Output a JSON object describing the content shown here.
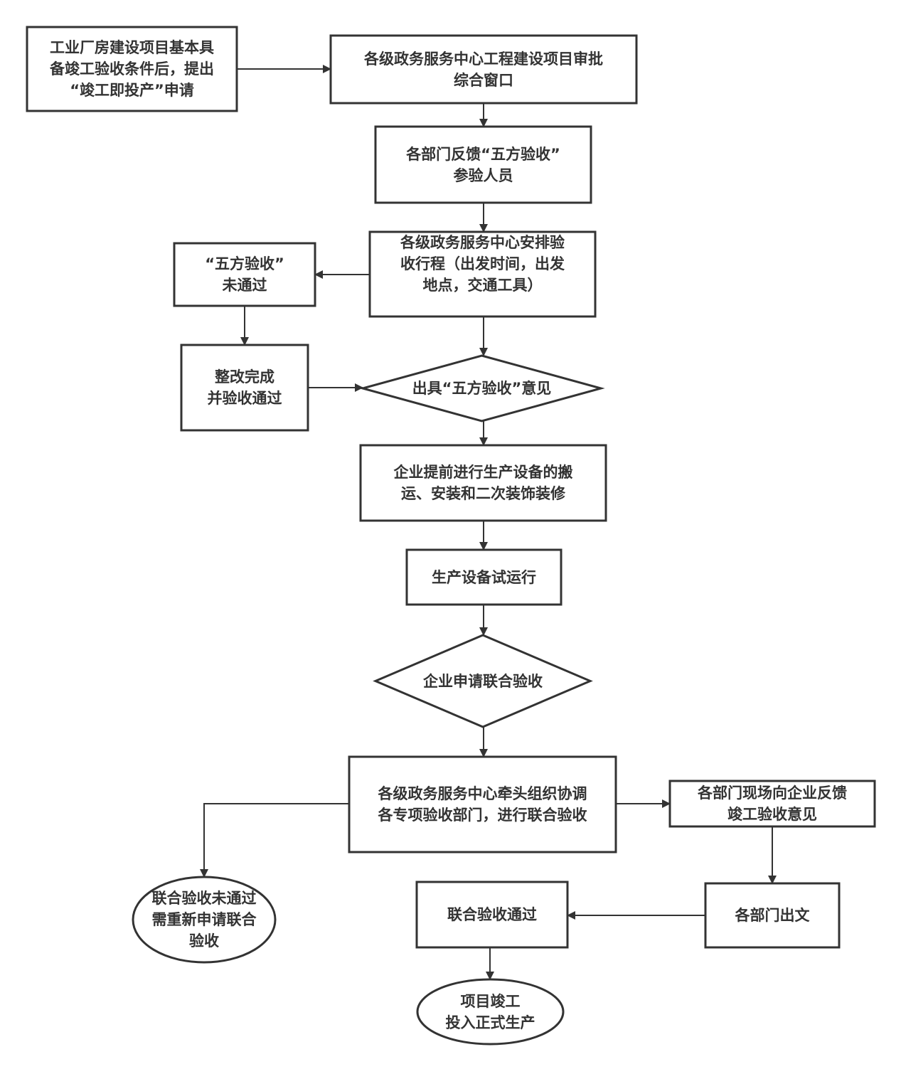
{
  "diagram": {
    "colors": {
      "stroke": "#333333",
      "text": "#333333",
      "background": "#ffffff"
    },
    "nodes": {
      "apply": {
        "shape": "rect",
        "text": "工业厂房建设项目基本具\n备竣工验收条件后，提出\n“竣工即投产”申请"
      },
      "window": {
        "shape": "rect",
        "text": "各级政务服务中心工程建设项目审批\n综合窗口"
      },
      "feedback_staff": {
        "shape": "rect",
        "text": "各部门反馈“五方验收”\n参验人员"
      },
      "schedule": {
        "shape": "rect",
        "text": "各级政务服务中心安排验\n收行程（出发时间，出发\n地点，交通工具）"
      },
      "five_fail": {
        "shape": "rect",
        "text": "“五方验收”\n未通过"
      },
      "rectify": {
        "shape": "rect",
        "text": "整改完成\n并验收通过"
      },
      "five_opinion": {
        "shape": "diamond",
        "text": "出具“五方验收”意见"
      },
      "install": {
        "shape": "rect",
        "text": "企业提前进行生产设备的搬\n运、安装和二次装饰装修"
      },
      "trial": {
        "shape": "rect",
        "text": "生产设备试运行"
      },
      "joint_apply": {
        "shape": "diamond",
        "text": "企业申请联合验收"
      },
      "joint_check": {
        "shape": "rect",
        "text": "各级政务服务中心牵头组织协调\n各专项验收部门，进行联合验收"
      },
      "dept_feedback": {
        "shape": "rect",
        "text": "各部门现场向企业反馈\n竣工验收意见"
      },
      "joint_fail": {
        "shape": "ellipse",
        "text": "联合验收未通过\n需重新申请联合\n验收"
      },
      "dept_doc": {
        "shape": "rect",
        "text": "各部门出文"
      },
      "joint_pass": {
        "shape": "rect",
        "text": "联合验收通过"
      },
      "done": {
        "shape": "ellipse",
        "text": "项目竣工\n投入正式生产"
      }
    },
    "edges": [
      {
        "from": "apply",
        "to": "window"
      },
      {
        "from": "window",
        "to": "feedback_staff"
      },
      {
        "from": "feedback_staff",
        "to": "schedule"
      },
      {
        "from": "schedule",
        "to": "five_fail"
      },
      {
        "from": "schedule",
        "to": "five_opinion"
      },
      {
        "from": "five_fail",
        "to": "rectify"
      },
      {
        "from": "rectify",
        "to": "five_opinion"
      },
      {
        "from": "five_opinion",
        "to": "install"
      },
      {
        "from": "install",
        "to": "trial"
      },
      {
        "from": "trial",
        "to": "joint_apply"
      },
      {
        "from": "joint_apply",
        "to": "joint_check"
      },
      {
        "from": "joint_check",
        "to": "dept_feedback"
      },
      {
        "from": "joint_check",
        "to": "joint_fail"
      },
      {
        "from": "dept_feedback",
        "to": "dept_doc"
      },
      {
        "from": "dept_doc",
        "to": "joint_pass"
      },
      {
        "from": "joint_pass",
        "to": "done"
      }
    ]
  }
}
